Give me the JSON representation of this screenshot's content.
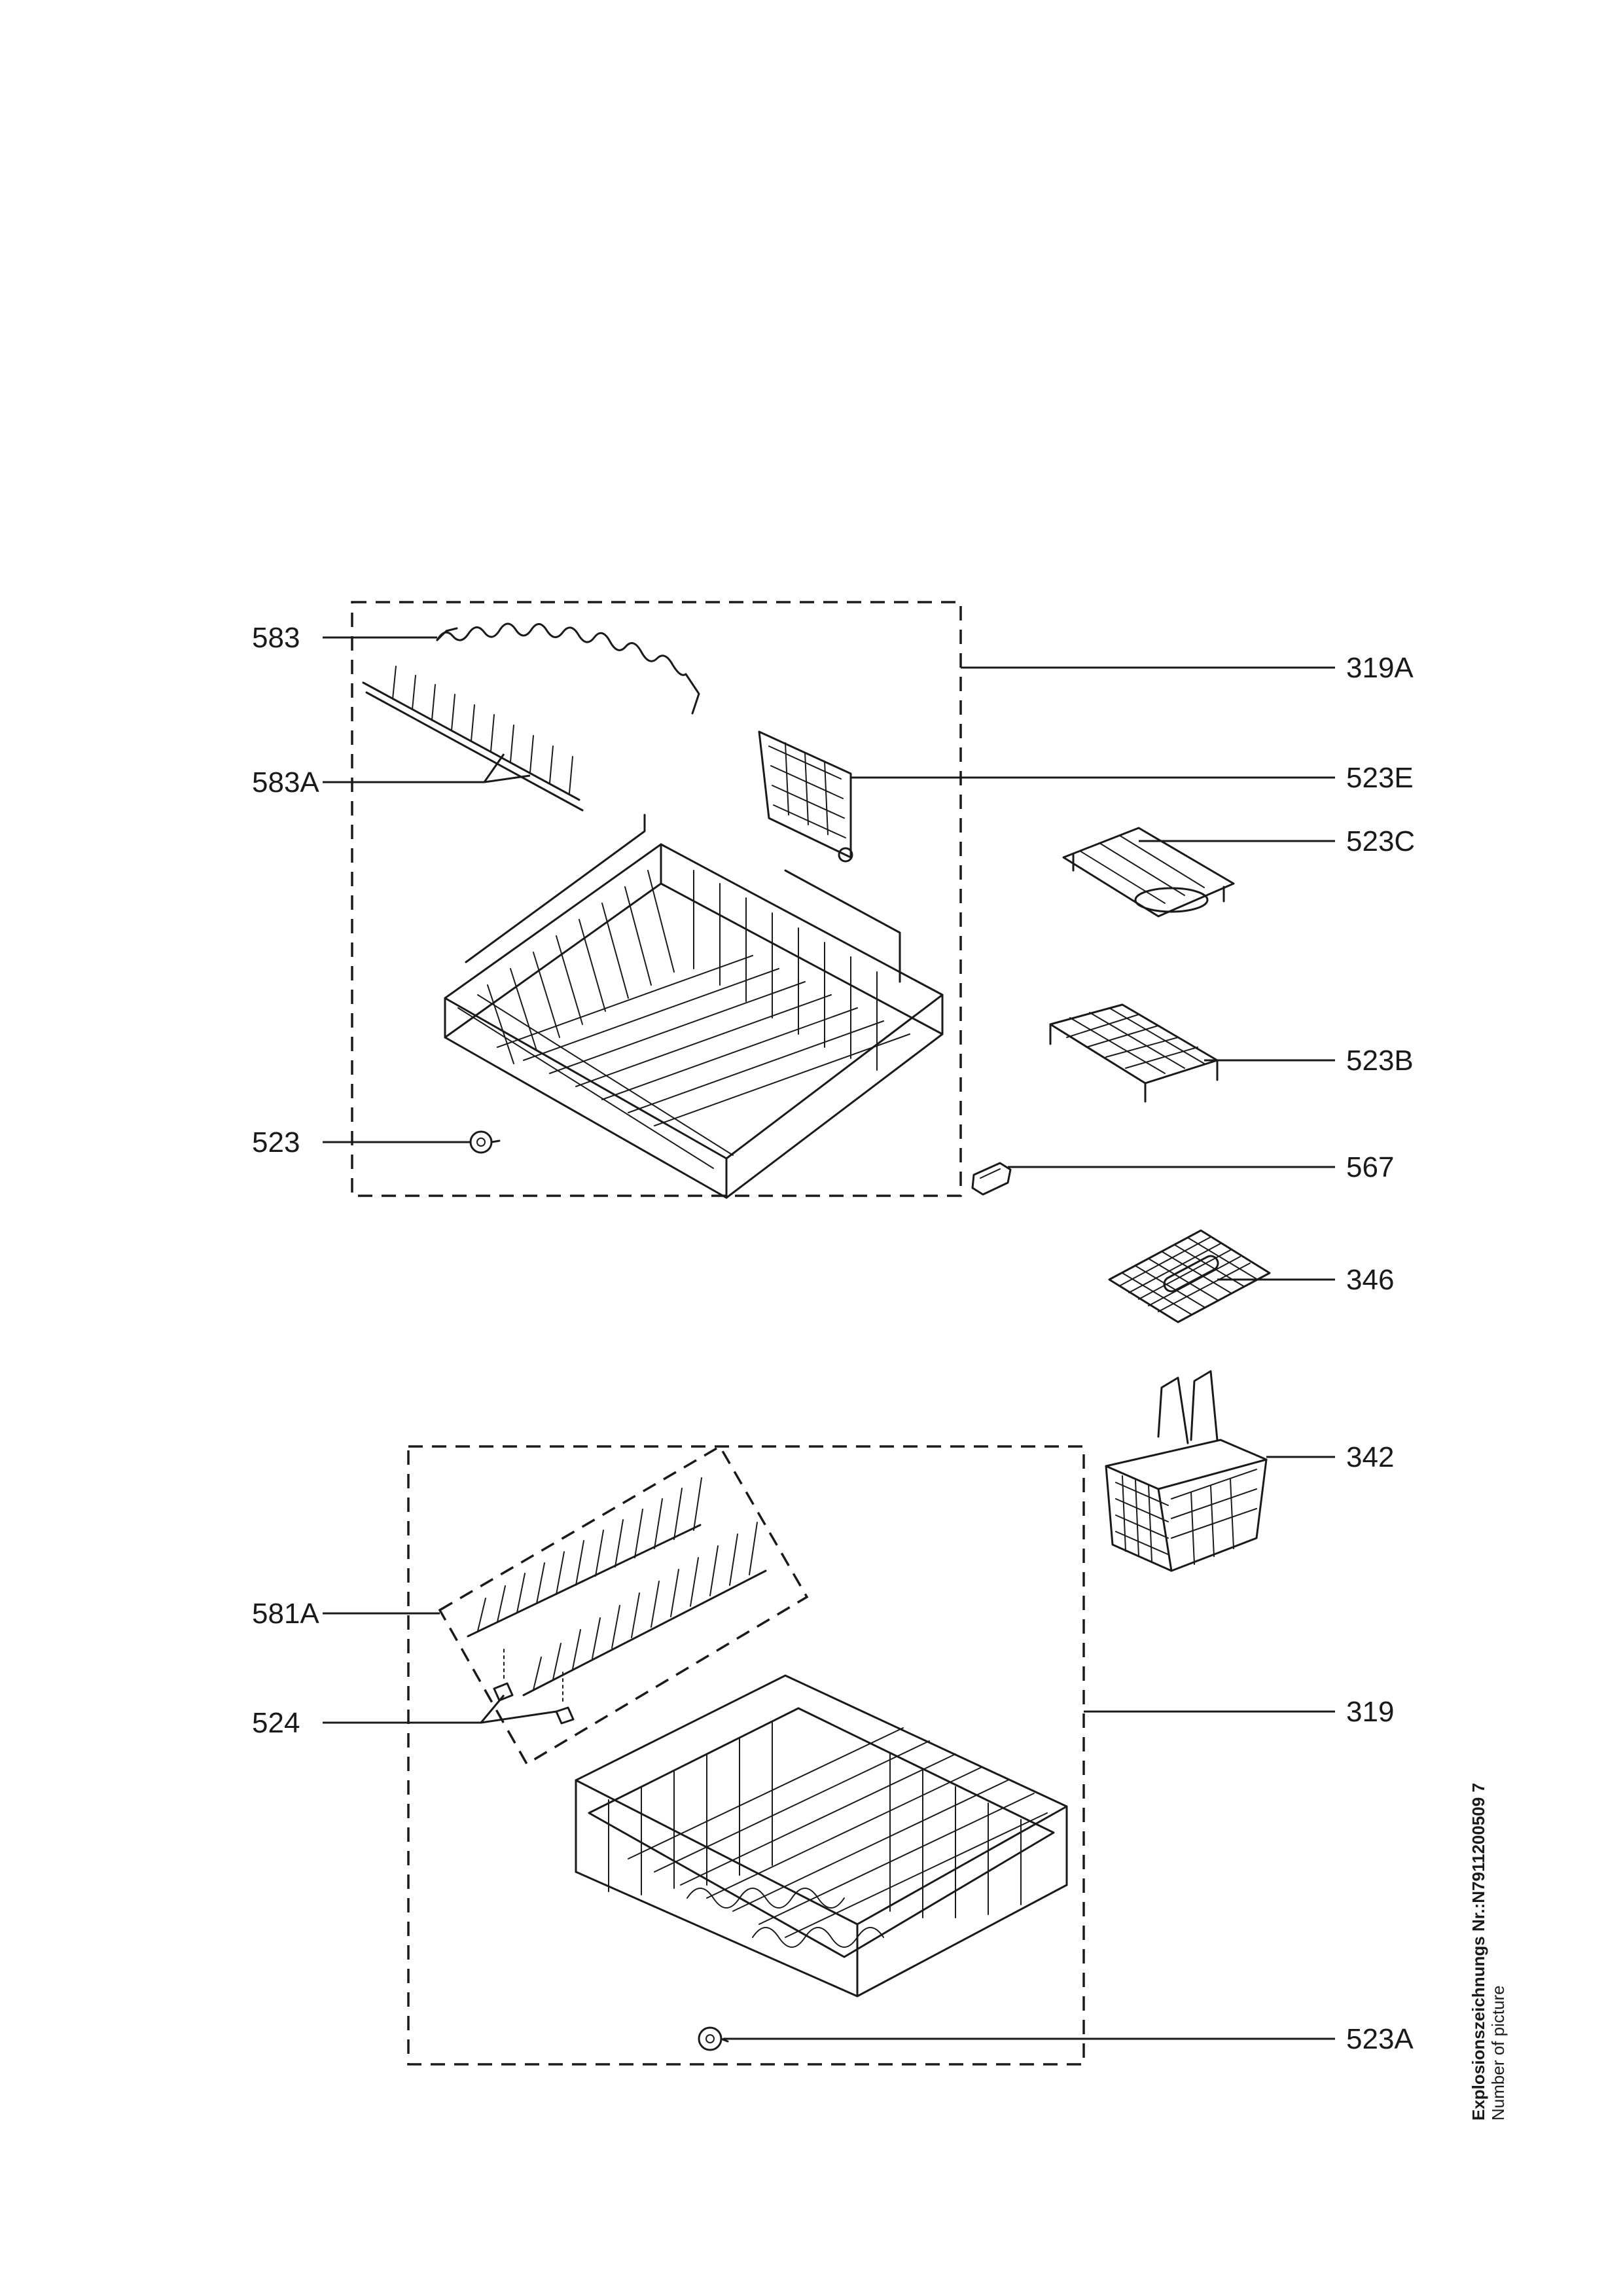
{
  "parts": {
    "p583": "583",
    "p583A": "583A",
    "p319A": "319A",
    "p523E": "523E",
    "p523C": "523C",
    "p523B": "523B",
    "p523": "523",
    "p567": "567",
    "p346": "346",
    "p342": "342",
    "p581A": "581A",
    "p524": "524",
    "p319": "319",
    "p523A": "523A"
  },
  "footer": {
    "drawing_number": "Explosionszeichnungs Nr.:N7911200509 7",
    "caption": "Number of picture"
  }
}
